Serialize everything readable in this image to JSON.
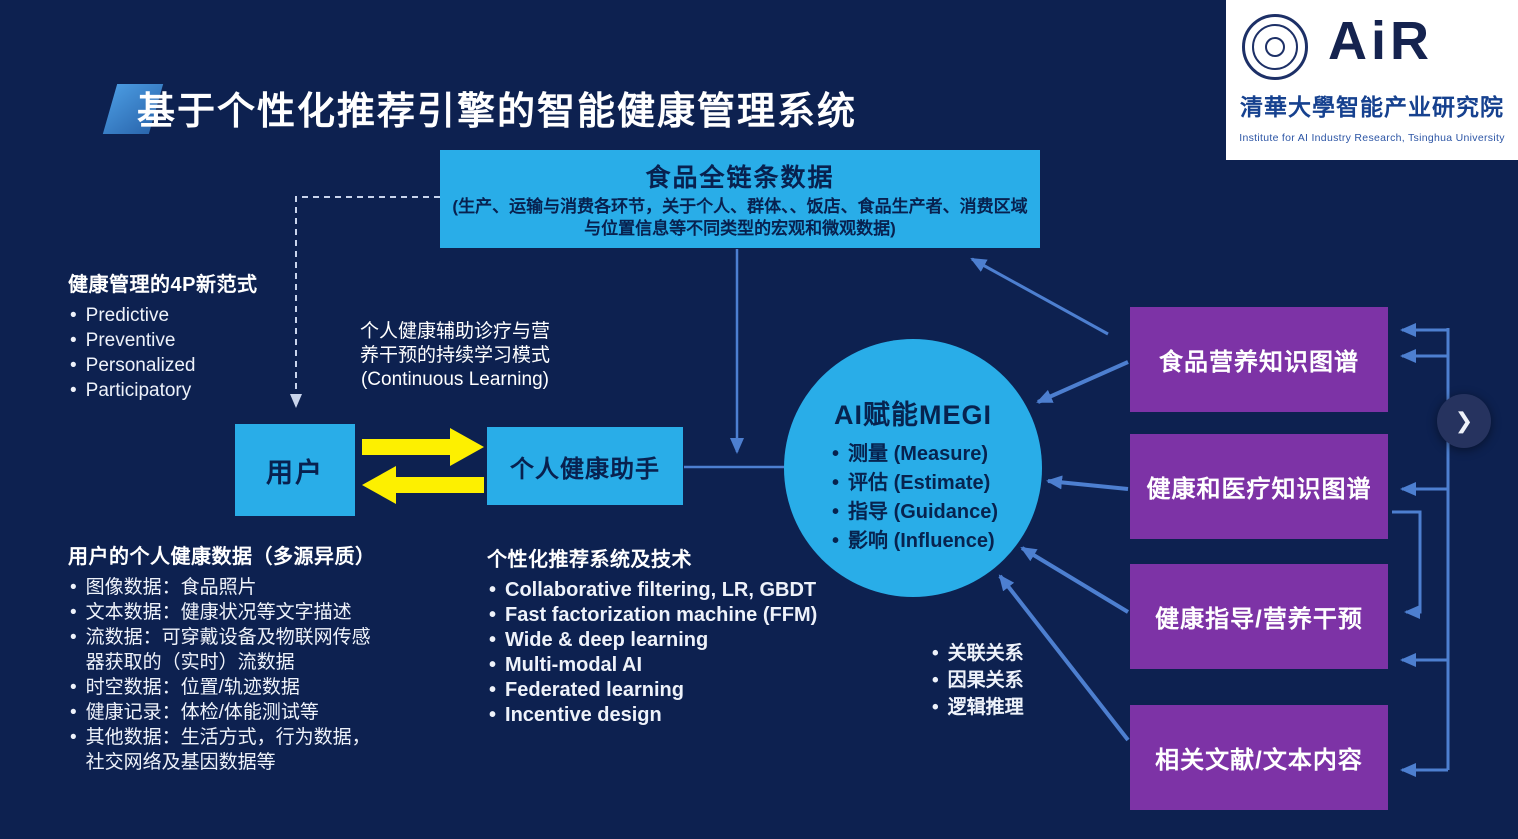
{
  "slide": {
    "title": "基于个性化推荐引擎的智能健康管理系统"
  },
  "logo": {
    "wordmark": "AiR",
    "cn_name": "清華大學智能产业研究院",
    "en_name": "Institute for AI Industry Research,  Tsinghua University"
  },
  "food_chain_box": {
    "title": "食品全链条数据",
    "desc": "(生产、运输与消费各环节，关于个人、群体、、饭店、食品生产者、消费区域与位置信息等不同类型的宏观和微观数据)"
  },
  "paradigm_4p": {
    "heading": "健康管理的4P新范式",
    "items": [
      "Predictive",
      "Preventive",
      "Personalized",
      "Participatory"
    ]
  },
  "continuous_learning": {
    "text": "个人健康辅助诊疗与营\n养干预的持续学习模式\n(Continuous Learning)"
  },
  "user_box": {
    "label": "用户"
  },
  "assistant_box": {
    "label": "个人健康助手"
  },
  "ai_circle": {
    "title": "AI赋能MEGI",
    "items": [
      "测量 (Measure)",
      "评估 (Estimate)",
      "指导 (Guidance)",
      "影响 (Influence)"
    ]
  },
  "knowledge_boxes": [
    {
      "label": "食品营养知识图谱"
    },
    {
      "label": "健康和医疗知识图谱"
    },
    {
      "label": "健康指导/营养干预"
    },
    {
      "label": "相关文献/文本内容"
    }
  ],
  "personal_data": {
    "heading": "用户的个人健康数据（多源异质）",
    "items": [
      "图像数据：食品照片",
      "文本数据：健康状况等文字描述",
      "流数据：可穿戴设备及物联网传感\n器获取的（实时）流数据",
      "时空数据：位置/轨迹数据",
      "健康记录：体检/体能测试等",
      "其他数据：生活方式，行为数据，\n社交网络及基因数据等"
    ]
  },
  "rec_tech": {
    "heading": "个性化推荐系统及技术",
    "items": [
      "Collaborative filtering, LR, GBDT",
      "Fast factorization machine (FFM)",
      "Wide & deep learning",
      "Multi-modal AI",
      "Federated learning",
      "Incentive design"
    ]
  },
  "reasoning": {
    "items": [
      "关联关系",
      "因果关系",
      "逻辑推理"
    ]
  },
  "nav": {
    "next_label": "❯"
  },
  "colors": {
    "background": "#0d2150",
    "cyan": "#29ade8",
    "purple": "#7d33a6",
    "yellow": "#fdf000",
    "arrow_blue": "#4d7fd0"
  }
}
